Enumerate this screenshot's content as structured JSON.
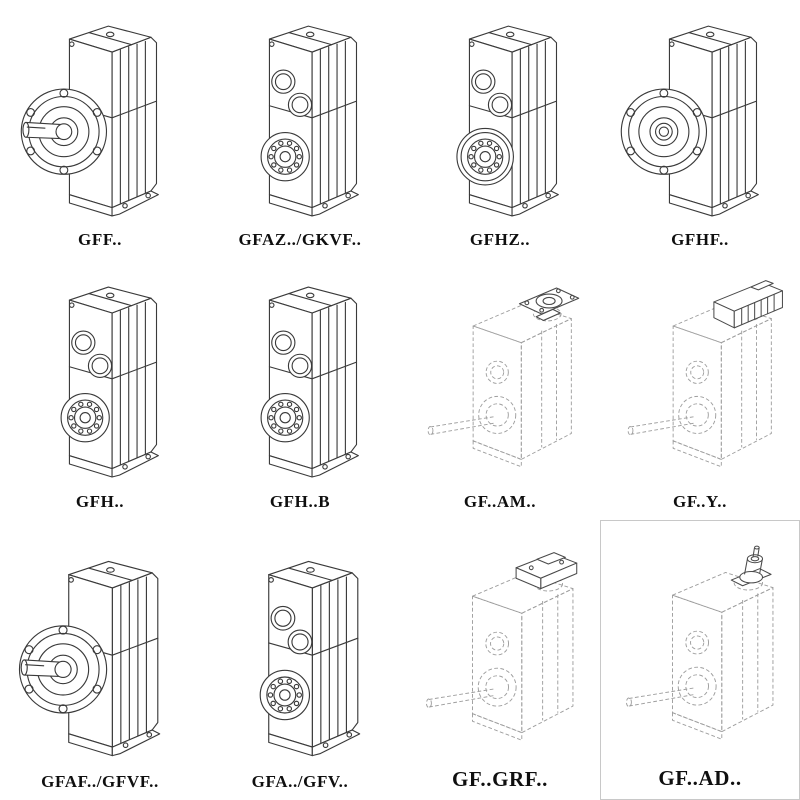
{
  "page": {
    "kind": "gear-reducer-catalog-sheet",
    "background_color": "#ffffff"
  },
  "style": {
    "solid_line_color": "#3a3a3a",
    "ghost_line_color": "#9e9e9e",
    "attachment_line_color": "#4a4a4a",
    "label_color": "#0f0f0f"
  },
  "grid": {
    "rows": 3,
    "cols": 4,
    "cells": [
      {
        "label": "GFF..",
        "icon": "gearbox-flange-shaft"
      },
      {
        "label": "GFAZ../GKVF..",
        "icon": "gearbox-shaft-mounted"
      },
      {
        "label": "GFHZ..",
        "icon": "gearbox-hollow-shaft"
      },
      {
        "label": "GFHF..",
        "icon": "gearbox-flange-hollow"
      },
      {
        "label": "GFH..",
        "icon": "gearbox-shaft-mounted"
      },
      {
        "label": "GFH..B",
        "icon": "gearbox-shaft-mounted"
      },
      {
        "label": "GF..AM..",
        "icon": "gearbox-ghost-motor-flange"
      },
      {
        "label": "GF..Y..",
        "icon": "gearbox-ghost-motor"
      },
      {
        "label": "GFAF../GFVF..",
        "icon": "gearbox-flange-shaft"
      },
      {
        "label": "GFA../GFV..",
        "icon": "gearbox-shaft-mounted"
      },
      {
        "label": "GF..GRF..",
        "icon": "gearbox-ghost-cover"
      },
      {
        "label": "GF..AD..",
        "icon": "gearbox-ghost-adapter"
      }
    ]
  }
}
